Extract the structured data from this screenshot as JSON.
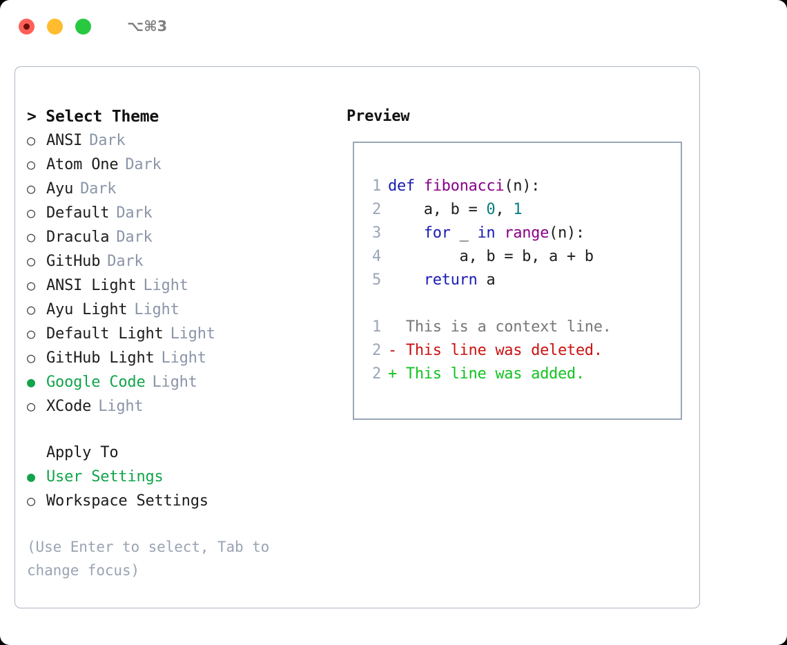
{
  "window": {
    "shortcut": "⌥⌘3",
    "traffic_lights": [
      "close-light",
      "minimize-light",
      "maximize-light"
    ],
    "colors": {
      "close": "#ff5f57",
      "minimize": "#febc2e",
      "maximize": "#28c840",
      "accent_green": "#12a44b",
      "border": "#aeb6c4",
      "muted": "#8b95a8"
    }
  },
  "theme_list": {
    "title": "> Select Theme",
    "items": [
      {
        "marker": "○",
        "name": "ANSI",
        "kind": "Dark",
        "selected": false
      },
      {
        "marker": "○",
        "name": "Atom One",
        "kind": "Dark",
        "selected": false
      },
      {
        "marker": "○",
        "name": "Ayu",
        "kind": "Dark",
        "selected": false
      },
      {
        "marker": "○",
        "name": "Default",
        "kind": "Dark",
        "selected": false
      },
      {
        "marker": "○",
        "name": "Dracula",
        "kind": "Dark",
        "selected": false
      },
      {
        "marker": "○",
        "name": "GitHub",
        "kind": "Dark",
        "selected": false
      },
      {
        "marker": "○",
        "name": "ANSI Light",
        "kind": "Light",
        "selected": false
      },
      {
        "marker": "○",
        "name": "Ayu Light",
        "kind": "Light",
        "selected": false
      },
      {
        "marker": "○",
        "name": "Default Light",
        "kind": "Light",
        "selected": false
      },
      {
        "marker": "○",
        "name": "GitHub Light",
        "kind": "Light",
        "selected": false
      },
      {
        "marker": "●",
        "name": "Google Code",
        "kind": "Light",
        "selected": true
      },
      {
        "marker": "○",
        "name": "XCode",
        "kind": "Light",
        "selected": false
      }
    ]
  },
  "apply_to": {
    "label": "Apply To",
    "items": [
      {
        "marker": "●",
        "name": "User Settings",
        "selected": true
      },
      {
        "marker": "○",
        "name": "Workspace Settings",
        "selected": false
      }
    ]
  },
  "hint": "(Use Enter to select, Tab to change focus)",
  "preview": {
    "title": "Preview",
    "code_lines": [
      {
        "no": "1",
        "tokens": [
          {
            "t": "def",
            "c": "kw"
          },
          {
            "t": " ",
            "c": "txt"
          },
          {
            "t": "fibonacci",
            "c": "fn"
          },
          {
            "t": "(n):",
            "c": "txt"
          }
        ]
      },
      {
        "no": "2",
        "tokens": [
          {
            "t": "    a, b = ",
            "c": "txt"
          },
          {
            "t": "0",
            "c": "num"
          },
          {
            "t": ", ",
            "c": "txt"
          },
          {
            "t": "1",
            "c": "num"
          }
        ]
      },
      {
        "no": "3",
        "tokens": [
          {
            "t": "    ",
            "c": "txt"
          },
          {
            "t": "for",
            "c": "kw"
          },
          {
            "t": " _ ",
            "c": "txt"
          },
          {
            "t": "in",
            "c": "kw"
          },
          {
            "t": " ",
            "c": "txt"
          },
          {
            "t": "range",
            "c": "fn"
          },
          {
            "t": "(n):",
            "c": "txt"
          }
        ]
      },
      {
        "no": "4",
        "tokens": [
          {
            "t": "        a, b = b, a + b",
            "c": "txt"
          }
        ]
      },
      {
        "no": "5",
        "tokens": [
          {
            "t": "    ",
            "c": "txt"
          },
          {
            "t": "return",
            "c": "kw"
          },
          {
            "t": " a",
            "c": "txt"
          }
        ]
      },
      {
        "no": "",
        "tokens": [
          {
            "t": "",
            "c": "txt"
          }
        ]
      },
      {
        "no": "1",
        "tokens": [
          {
            "t": "  This is a context line.",
            "c": "ctx"
          }
        ]
      },
      {
        "no": "2",
        "tokens": [
          {
            "t": "- This line was deleted.",
            "c": "del"
          }
        ]
      },
      {
        "no": "2",
        "tokens": [
          {
            "t": "+ This line was added.",
            "c": "add"
          }
        ]
      }
    ]
  }
}
